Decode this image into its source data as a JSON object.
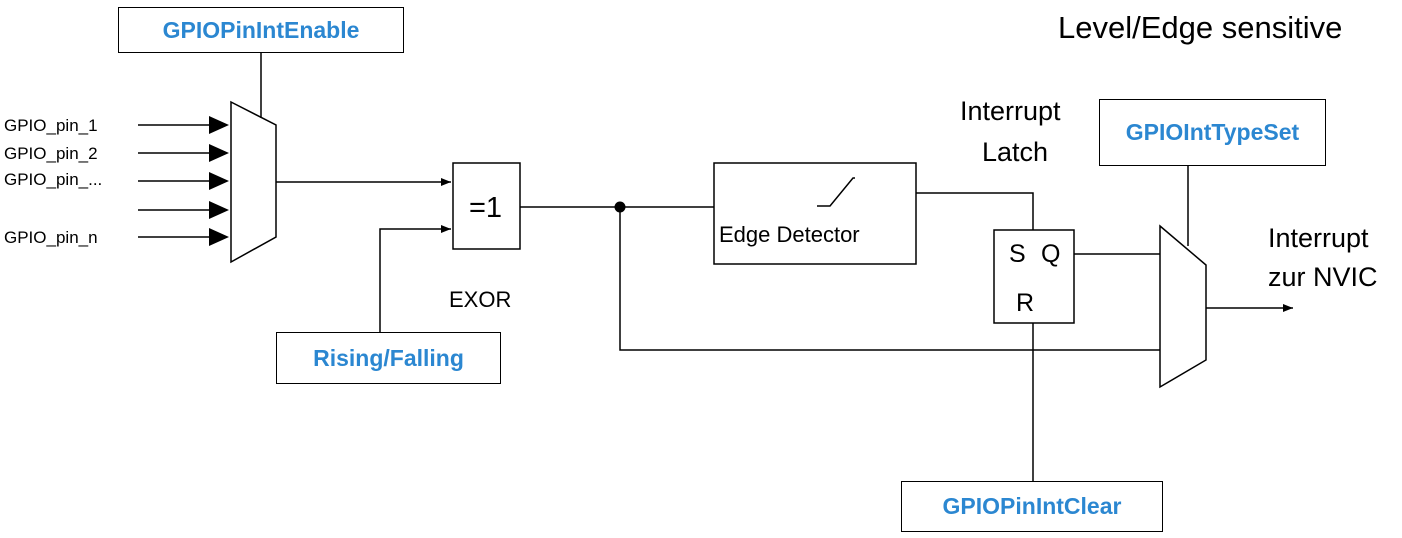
{
  "title": "Level/Edge sensitive",
  "inputs": [
    "GPIO_pin_1",
    "GPIO_pin_2",
    "GPIO_pin_...",
    "GPIO_pin_n"
  ],
  "registers": {
    "pin_int_enable": "GPIOPinIntEnable",
    "rising_falling": "Rising/Falling",
    "int_type_set": "GPIOIntTypeSet",
    "pin_int_clear": "GPIOPinIntClear"
  },
  "xor_gate": {
    "symbol": "=1",
    "caption": "EXOR"
  },
  "edge_detector": "Edge Detector",
  "latch": {
    "caption_line1": "Interrupt",
    "caption_line2": "Latch",
    "set": "S",
    "output": "Q",
    "reset": "R"
  },
  "output": {
    "line1": "Interrupt",
    "line2": "zur NVIC"
  },
  "colors": {
    "register_text": "#2b87d1",
    "lines": "#000000"
  }
}
